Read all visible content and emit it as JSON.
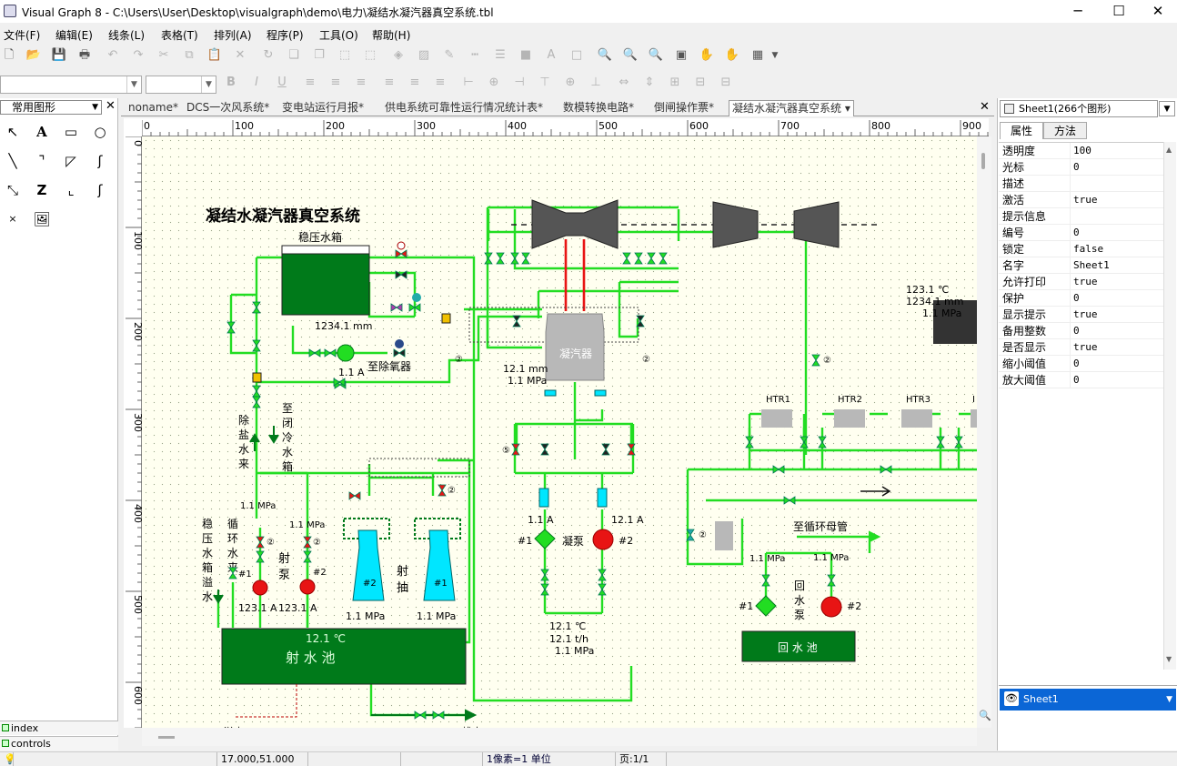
{
  "window": {
    "title": "Visual Graph 8 - C:\\Users\\User\\Desktop\\visualgraph\\demo\\电力\\凝结水凝汽器真空系统.tbl",
    "minimize": "─",
    "maximize": "☐",
    "close": "✕"
  },
  "menu": [
    "文件(F)",
    "编辑(E)",
    "线条(L)",
    "表格(T)",
    "排列(A)",
    "程序(P)",
    "工具(O)",
    "帮助(H)"
  ],
  "left_panel": {
    "title": "常用图形",
    "close": "✕",
    "tabs": [
      "index",
      "controls"
    ]
  },
  "doc_tabs": [
    "noname*",
    "DCS一次风系统*",
    "变电站运行月报*",
    "供电系统可靠性运行情况统计表*",
    "数模转换电路*",
    "倒闸操作票*",
    "凝结水凝汽器真空系统 ▾"
  ],
  "ruler": {
    "h": [
      "0",
      "100",
      "200",
      "300",
      "400",
      "500",
      "600",
      "700",
      "800",
      "900"
    ],
    "v": [
      "0",
      "100",
      "200",
      "300",
      "400",
      "500",
      "600"
    ]
  },
  "drawing": {
    "title": "凝结水凝汽器真空系统",
    "tank": "稳压水箱",
    "level": "1234.1 mm",
    "to_deaerator": "至除氧器",
    "current_a": "1.1 A",
    "desalted": "除盐水来",
    "to_cooling": "至闭冷水箱",
    "condenser": "凝汽器",
    "cond_mm": "12.1 mm",
    "cond_mpa": "1.1 MPa",
    "temp_right": "123.1 ℃",
    "mm_right": "1234.1 mm",
    "mpa_right": "1.1 MPa",
    "htr": [
      "HTR1",
      "HTR2",
      "HTR3"
    ],
    "htr4": "I",
    "pump_curr_1": "1.1 A",
    "pump_curr_2": "12.1 A",
    "pump_no1": "#1",
    "pump_no2": "#2",
    "cond_pump": "凝泵",
    "flow_t": "12.1 ℃",
    "flow_th": "12.1 t/h",
    "flow_mpa": "1.1 MPa",
    "to_circ_main": "至循环母管",
    "ret_mpa1": "1.1 MPa",
    "ret_mpa2": "1.1 MPa",
    "ret_pump": "回水泵",
    "ret_no1": "#1",
    "ret_no2": "#2",
    "ret_pool": "回 水 池",
    "ej_mpa_a": "1.1 MPa",
    "ej_mpa_b": "1.1 MPa",
    "stab_overflow": "稳压水箱溢水",
    "circ_water": "循环水来",
    "ej_pump": "射泵",
    "ej_no1": "#1",
    "ej_no2": "#2",
    "ej_curr1": "123.1 A",
    "ej_curr2": "123.1 A",
    "ejector": "射抽",
    "ej_unit1": "#2",
    "ej_unit2": "#1",
    "ej_out_mpa1": "1.1 MPa",
    "ej_out_mpa2": "1.1 MPa",
    "pool_temp": "12.1 ℃",
    "pool_label": "射 水 池",
    "valve_mark": "②",
    "valve_mark5": "⑤",
    "bottom_left": "溢水",
    "bottom_right": "排水"
  },
  "right_panel": {
    "sheet": "Sheet1(266个图形)",
    "tabs": [
      "属性",
      "方法"
    ],
    "props": [
      [
        "透明度",
        "100"
      ],
      [
        "光标",
        "0"
      ],
      [
        "描述",
        ""
      ],
      [
        "激活",
        "true"
      ],
      [
        "提示信息",
        ""
      ],
      [
        "编号",
        "0"
      ],
      [
        "锁定",
        "false"
      ],
      [
        "名字",
        "Sheet1"
      ],
      [
        "允许打印",
        "true"
      ],
      [
        "保护",
        "0"
      ],
      [
        "显示提示",
        "true"
      ],
      [
        "备用整数",
        "0"
      ],
      [
        "是否显示",
        "true"
      ],
      [
        "缩小阈值",
        "0"
      ],
      [
        "放大阈值",
        "0"
      ]
    ],
    "layer": "Sheet1"
  },
  "status": {
    "coords": "17.000,51.000",
    "scale": "1像素=1 单位",
    "page": "页:1/1"
  },
  "colors": {
    "pipe": "#22dd22",
    "dark_green": "#007a1a",
    "red": "#e81414",
    "cyan": "#00e6ff",
    "accent": "#0b66d6",
    "canvas": "#fffff0"
  }
}
